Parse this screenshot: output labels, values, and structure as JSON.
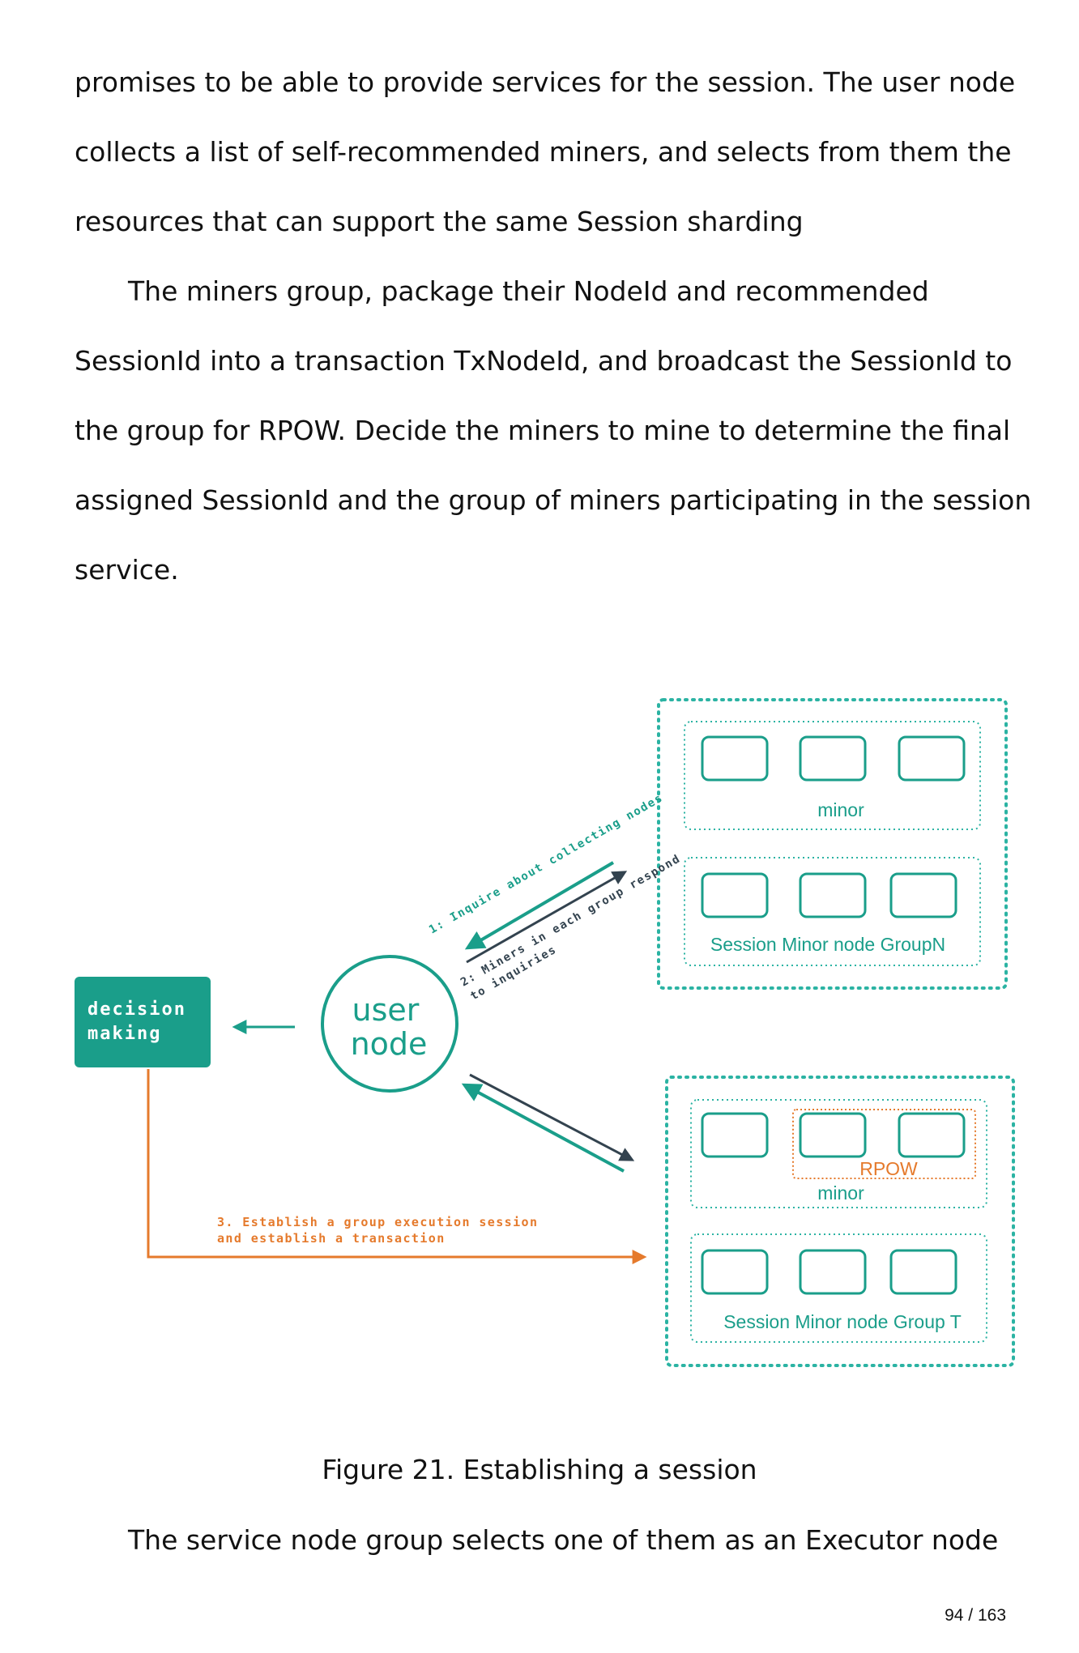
{
  "paragraph1": {
    "lines": [
      "promises to be able to provide services for the session. The user node",
      "collects a list of self-recommended miners, and selects from them the",
      "resources that can support the same Session sharding"
    ]
  },
  "paragraph2": {
    "lines": [
      "The miners group, package their NodeId and recommended",
      "SessionId into a transaction TxNodeId, and broadcast the SessionId to",
      "the group for RPOW. Decide the miners to mine to determine the final",
      "assigned SessionId and the group of miners participating in the session",
      "service."
    ]
  },
  "figure": {
    "decision_box": [
      "decision",
      "making"
    ],
    "user_node": [
      "user",
      "node"
    ],
    "arrow1_label": "1: Inquire about collecting nodes",
    "arrow2_label_line1": "2: Miners in each group respond",
    "arrow2_label_line2": "to inquiries",
    "arrow3_label_line1": "3. Establish a group execution session",
    "arrow3_label_line2": "and establish a transaction",
    "group_n_inner_label": "minor",
    "group_n_label": "Session Minor node GroupN",
    "group_t_rpow_label": "RPOW",
    "group_t_inner_label": "minor",
    "group_t_label": "Session Minor node Group T",
    "colors": {
      "teal": "#1a9e8a",
      "teal_light": "#2bb3a3",
      "orange": "#e57a2c",
      "dark": "#33434f"
    }
  },
  "caption": "Figure 21. Establishing a session",
  "paragraph3": {
    "lines": [
      "The service node group selects one of them as an Executor node"
    ]
  },
  "page_number": "94 / 163"
}
